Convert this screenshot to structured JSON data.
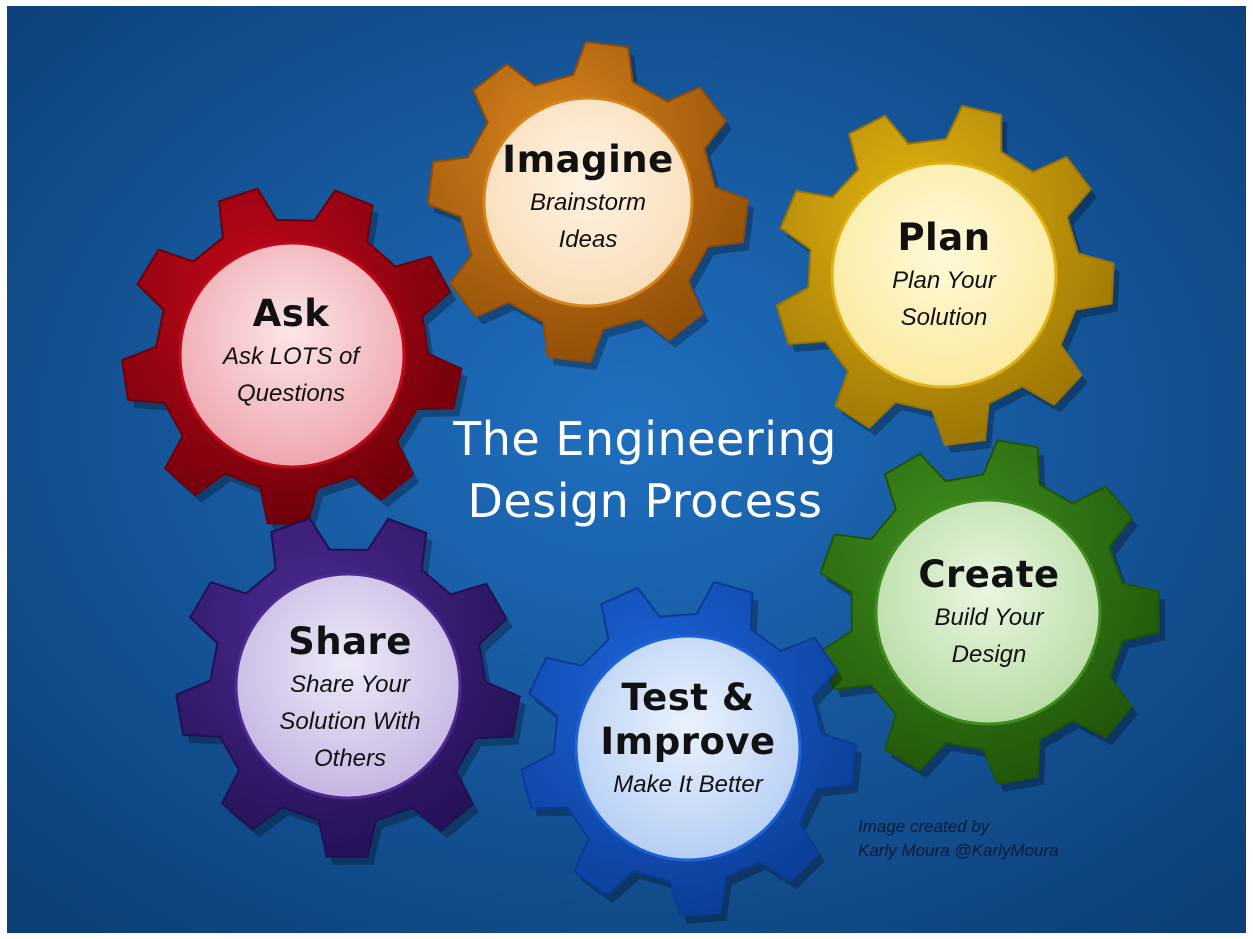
{
  "title": "The Engineering\nDesign Process",
  "credit": "Image created by\nKarly Moura @KarlyMoura",
  "colors": {
    "background_center": "#1f6fbf",
    "background_edge": "#0c3f78",
    "frame": "#ffffff"
  },
  "gears": [
    {
      "id": "imagine",
      "title": "Imagine",
      "subtitle": "Brainstorm\nIdeas",
      "color": "#d7831c",
      "dark": "#8f4c06",
      "hub": "#f8ddb8",
      "hub_light": "#fff3e3"
    },
    {
      "id": "plan",
      "title": "Plan",
      "subtitle": "Plan Your\nSolution",
      "color": "#e0b111",
      "dark": "#9a7403",
      "hub": "#fbeaa0",
      "hub_light": "#fff9d9"
    },
    {
      "id": "ask",
      "title": "Ask",
      "subtitle": "Ask  LOTS of\nQuestions",
      "color": "#c2081b",
      "dark": "#6b0009",
      "hub": "#eea7ae",
      "hub_light": "#fce5e7"
    },
    {
      "id": "create",
      "title": "Create",
      "subtitle": "Build Your\nDesign",
      "color": "#3f8d1e",
      "dark": "#1f5509",
      "hub": "#b9dca6",
      "hub_light": "#e9f6e1"
    },
    {
      "id": "share",
      "title": "Share",
      "subtitle": "Share Your\nSolution With\nOthers",
      "color": "#4b2a91",
      "dark": "#231054",
      "hub": "#c5b6e2",
      "hub_light": "#eee8f8"
    },
    {
      "id": "test",
      "title": "Test &\nImprove",
      "subtitle": "Make It Better",
      "color": "#1c63d8",
      "dark": "#0b3c95",
      "hub": "#b6cff4",
      "hub_light": "#eaf1fd"
    }
  ]
}
